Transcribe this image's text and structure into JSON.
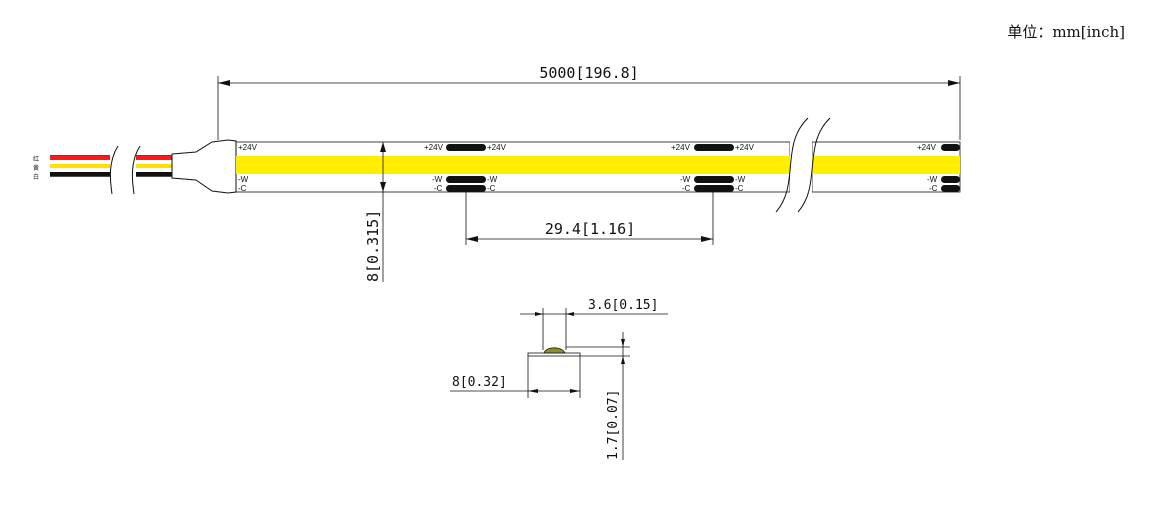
{
  "unit_label": "单位：mm[inch]",
  "dimensions": {
    "total_length": "5000[196.8]",
    "width": "8[0.315]",
    "cut_pitch": "29.4[1.16]",
    "led_width": "3.6[0.15]",
    "pcb_width": "8[0.32]",
    "height": "1.7[0.07]"
  },
  "pads": {
    "positive": "+24V",
    "warm": "-W",
    "cool": "-C"
  },
  "wire_labels": {
    "red": "红",
    "yellow": "黄",
    "white": "白"
  },
  "colors": {
    "strip_yellow": "#ffee00",
    "wire_red": "#ff1a1a",
    "wire_yellow": "#ffe000",
    "wire_black": "#111111",
    "led_body": "#8c8c30"
  }
}
